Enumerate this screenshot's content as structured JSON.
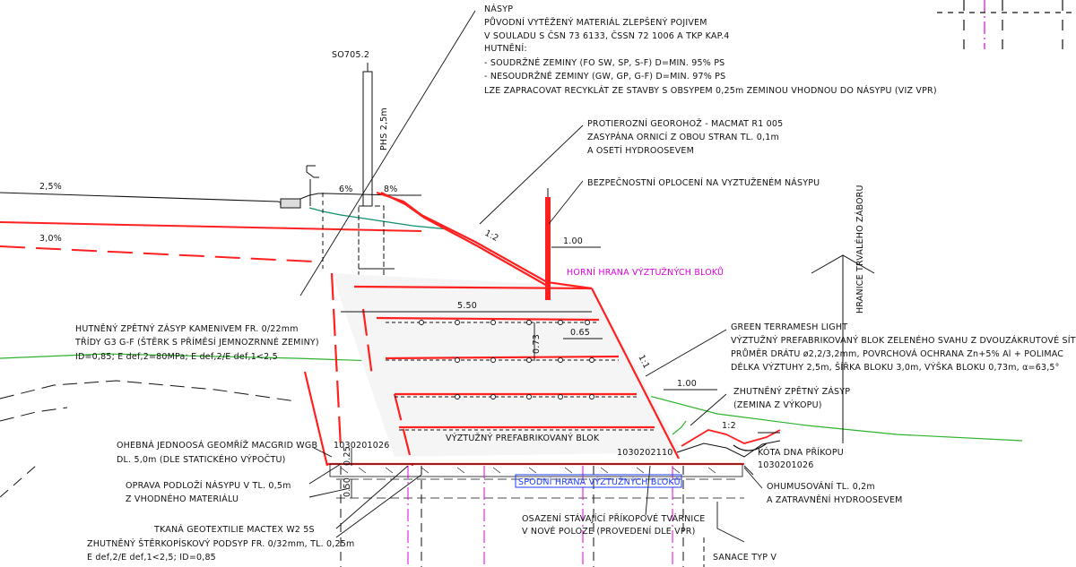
{
  "drawing_id": "SO705.2",
  "notes": {
    "nasyp": {
      "title": "NÁSYP",
      "lines": [
        "PŮVODNÍ VYTĚŽENÝ MATERIÁL ZLEPŠENÝ POJIVEM",
        "V SOULADU S ČSN 73 6133, ČSSN 72 1006 A TKP KAP.4",
        "HUTNĚNÍ:",
        "-     SOUDRŽNÉ ZEMINY (FO SW, SP, S-F) D=MIN. 95% PS",
        "-     NESOUDRŽNÉ ZEMINY (GW, GP, G-F) D=MIN. 97% PS",
        "LZE ZAPRACOVAT RECYKLÁT ZE STAVBY S OBSYPEM 0,25m ZEMINOU VHODNOU DO NÁSYPU (VIZ VPR)"
      ]
    },
    "geohoz": [
      "PROTIEROZNÍ GEOROHOŽ - MACMAT R1 005",
      "ZASYPÁNA ORNICÍ Z OBOU STRAN TL. 0,1m",
      "A OSETÍ HYDROOSEVEM"
    ],
    "oploceni": "BEZPEČNOSTNÍ OPLOCENÍ NA VYZTUŽENÉM NÁSYPU",
    "horni_hrana": "HORNÍ HRANA VÝZTUŽNÝCH BLOKŮ",
    "hranice": "HRANICE TRVALÉHO ZÁBORU",
    "green_terramesh": [
      "GREEN TERRAMESH LIGHT",
      "VÝZTUŽNÝ PREFABRIKOVANÝ BLOK ZELENÉHO SVAHU Z DVOUZÁKRUTOVÉ SÍTĚ TY",
      "PRŮMĚR DRÁTU ø2,2/3,2mm, POVRCHOVÁ OCHRANA Zn+5% Al + POLIMAC",
      "DÉLKA VÝZTUHY 2,5m, ŠÍŘKA BLOKU 3,0m, VÝŠKA BLOKU 0,73m, α=63,5°"
    ],
    "hutneny_zasyp": [
      "HUTNĚNÝ ZPĚTNÝ ZÁSYP KAMENIVEM FR. 0/22mm",
      "TŘÍDY G3 G-F (ŠTĚRK S PŘÍMĚSÍ JEMNOZRNNÉ ZEMINY)",
      "ID=0,85; E def,2=80MPa; E def,2/E def,1<2,5"
    ],
    "zhutneny_zasyp": [
      "ZHUTNĚNÝ ZPĚTNÝ ZÁSYP",
      "(ZEMINA Z VÝKOPU)"
    ],
    "vyztuzny_blok": "VÝZTUŽNÝ PREFABRIKOVANÝ BLOK",
    "geomriz": [
      "OHEBNÁ JEDNOOSÁ GEOMŘÍŽ MACGRID WGB",
      "DL. 5,0m (DLE STATICKÉHO VÝPOČTU)"
    ],
    "kota_dna": "KÓTA DNA PŘÍKOPU",
    "kota_dna_val": "1030201026",
    "oprava": [
      "OPRAVA PODLOŽÍ NÁSYPU V TL. 0,5m",
      "Z VHODNÉHO MATERIÁLU"
    ],
    "spodni_hrana": "SPODNÍ HRANA VÝZTUŽNÝCH BLOKŮ",
    "ohumusovani": [
      "OHUMUSOVÁNÍ TL. 0,2m",
      "A ZATRAVNĚNÍ HYDROOSEVEM"
    ],
    "geotextilie": "TKANÁ GEOTEXTILIE MACTEX W2 5S",
    "podsyp": [
      "ZHUTNĚNÝ ŠTĚRKOPÍSKOVÝ PODSYP FR. 0/32mm, TL. 0,25m",
      "E def,2/E def,1<2,5; ID=0,85"
    ],
    "osazeni": [
      "OSAZENÍ STÁVAJÍCÍ PŘÍKOPOVÉ TVÁRNICE",
      "V NOVÉ POLOZE (PROVEDENÍ DLE VPR)"
    ],
    "sanace": "SANACE TYP V"
  },
  "dims": {
    "slope_25": "2,5%",
    "slope_30": "3,0%",
    "pct6": "6%",
    "pct8": "8%",
    "phs": "PHS 2,5m",
    "ratio_12a": "1:2",
    "ratio_12b": "1:2",
    "ratio_11": "1:1",
    "d100a": "1.00",
    "d100b": "1.00",
    "d550": "5.50",
    "d065": "0.65",
    "d073": "0.73",
    "d025": "0.25",
    "d050": "0.50",
    "lvl_left": "1030201026",
    "lvl_right": "1030202110"
  },
  "colors": {
    "line": "#111111",
    "red": "#ff2020",
    "green": "#2db32d",
    "magenta": "#e000e0",
    "blue": "#1a3cff",
    "teal": "#0f8f6f"
  }
}
